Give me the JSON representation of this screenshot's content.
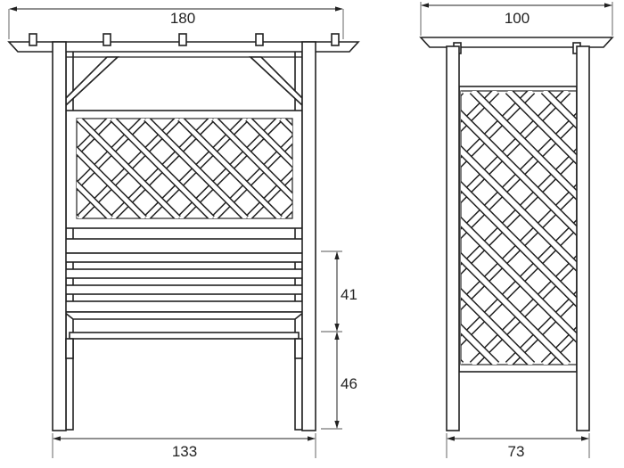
{
  "front_view": {
    "dimensions": {
      "overall_width": "180",
      "post_width": "133",
      "backrest_height": "41",
      "seat_height": "46"
    }
  },
  "side_view": {
    "dimensions": {
      "overall_depth": "100",
      "post_depth": "73"
    }
  }
}
